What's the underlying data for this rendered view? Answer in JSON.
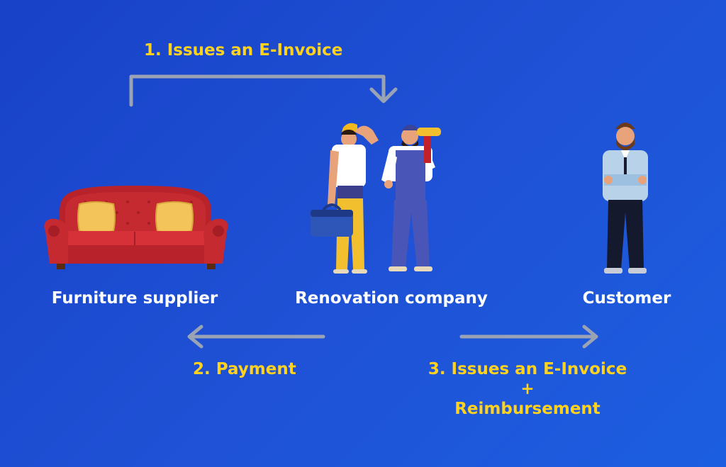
{
  "colors": {
    "background": "#1d4fd3",
    "step_text": "#ffd21f",
    "actor_text": "#ffffff",
    "arrow": "#9aa3b4"
  },
  "steps": [
    {
      "label": "1. Issues an E-Invoice"
    },
    {
      "label": "2. Payment"
    },
    {
      "line1": "3. Issues an E-Invoice",
      "line2": "+",
      "line3": "Reimbursement"
    }
  ],
  "actors": [
    {
      "label": "Furniture supplier",
      "icon": "sofa-icon"
    },
    {
      "label": "Renovation company",
      "icon": "workers-icon"
    },
    {
      "label": "Customer",
      "icon": "customer-icon"
    }
  ]
}
